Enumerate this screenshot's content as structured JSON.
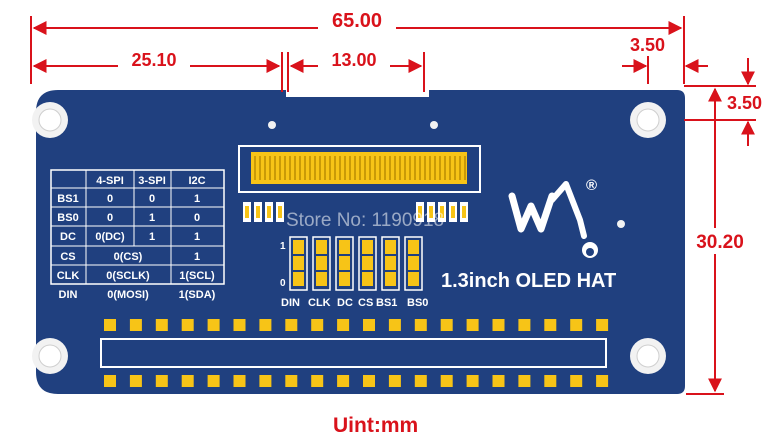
{
  "dimensions": {
    "total_width": "65.00",
    "left_offset": "25.10",
    "window_width": "13.00",
    "hole_offset_x": "3.50",
    "hole_offset_y": "3.50",
    "hole_spacing_y": "30.20"
  },
  "board": {
    "title": "1.3inch OLED HAT",
    "pin_labels": [
      "DIN",
      "CLK",
      "DC",
      "CS",
      "BS1",
      "BS0"
    ],
    "jumper_row_labels": [
      "1",
      "0"
    ],
    "watermark": "Store No: 1190918",
    "logo_mark": "®"
  },
  "table": {
    "headers": [
      "",
      "4-SPI",
      "3-SPI",
      "I2C"
    ],
    "rows": [
      [
        "BS1",
        "0",
        "0",
        "1"
      ],
      [
        "BS0",
        "0",
        "1",
        "0"
      ],
      [
        "DC",
        "0(DC)",
        "1",
        "1"
      ],
      [
        "CS",
        "0(CS)",
        "",
        "1"
      ],
      [
        "CLK",
        "0(SCLK)",
        "",
        "1(SCL)"
      ],
      [
        "DIN",
        "0(MOSI)",
        "",
        "1(SDA)"
      ]
    ]
  },
  "unit_label": "Uint:mm",
  "colors": {
    "board": "#20407f",
    "dimension": "#d9121b",
    "pad": "#f7c417",
    "hole_ring": "#f2f2f2"
  }
}
